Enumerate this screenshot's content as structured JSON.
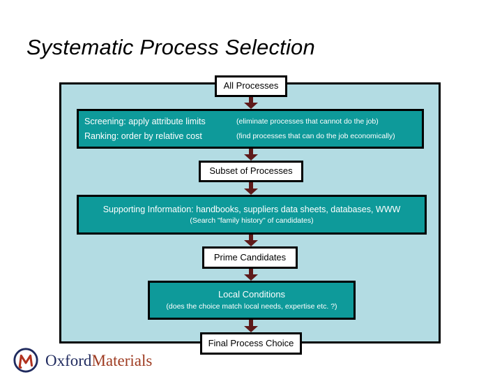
{
  "slide": {
    "title": "Systematic Process Selection"
  },
  "flow": {
    "nodes": [
      {
        "id": "all-processes",
        "label": "All Processes",
        "style": "white"
      },
      {
        "id": "screening",
        "style": "teal",
        "rows": [
          {
            "main": "Screening: apply attribute limits",
            "note": "(eliminate processes that cannot do the job)"
          },
          {
            "main": "Ranking: order by relative cost",
            "note": "(find processes that can do the job economically)"
          }
        ]
      },
      {
        "id": "subset",
        "label": "Subset of Processes",
        "style": "white"
      },
      {
        "id": "supporting",
        "label": "Supporting Information: handbooks, suppliers data sheets, databases, WWW",
        "sub": "(Search \"family history\" of candidates)",
        "style": "teal"
      },
      {
        "id": "prime",
        "label": "Prime Candidates",
        "style": "white"
      },
      {
        "id": "local",
        "label": "Local Conditions",
        "sub": "(does the choice match local needs, expertise etc. ?)",
        "style": "teal"
      },
      {
        "id": "final",
        "label": "Final Process Choice",
        "style": "white"
      }
    ],
    "arrow_count": 6
  },
  "logo": {
    "mark": "oxford-materials-mu-emblem",
    "word_one": "Oxford",
    "word_two": "Materials"
  },
  "colors": {
    "panel_fill": "#b3dce3",
    "teal_box": "#0e9a9a",
    "white_box": "#ffffff",
    "border": "#000000",
    "arrow": "#5e1a1a",
    "logo_navy": "#1f2a5e",
    "logo_red": "#9e3b21"
  }
}
